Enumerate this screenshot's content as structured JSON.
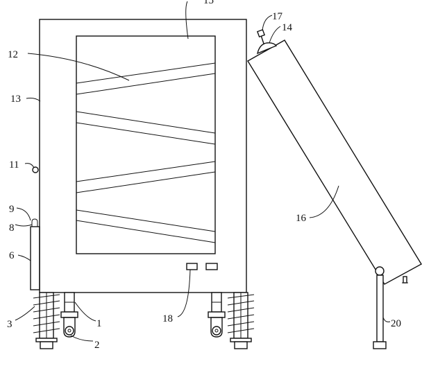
{
  "labels": {
    "l1": "1",
    "l2": "2",
    "l3": "3",
    "l6": "6",
    "l8": "8",
    "l9": "9",
    "l11": "11",
    "l12": "12",
    "l13": "13",
    "l14": "14",
    "l15": "15",
    "l16": "16",
    "l17": "17",
    "l18": "18",
    "l20": "20"
  }
}
